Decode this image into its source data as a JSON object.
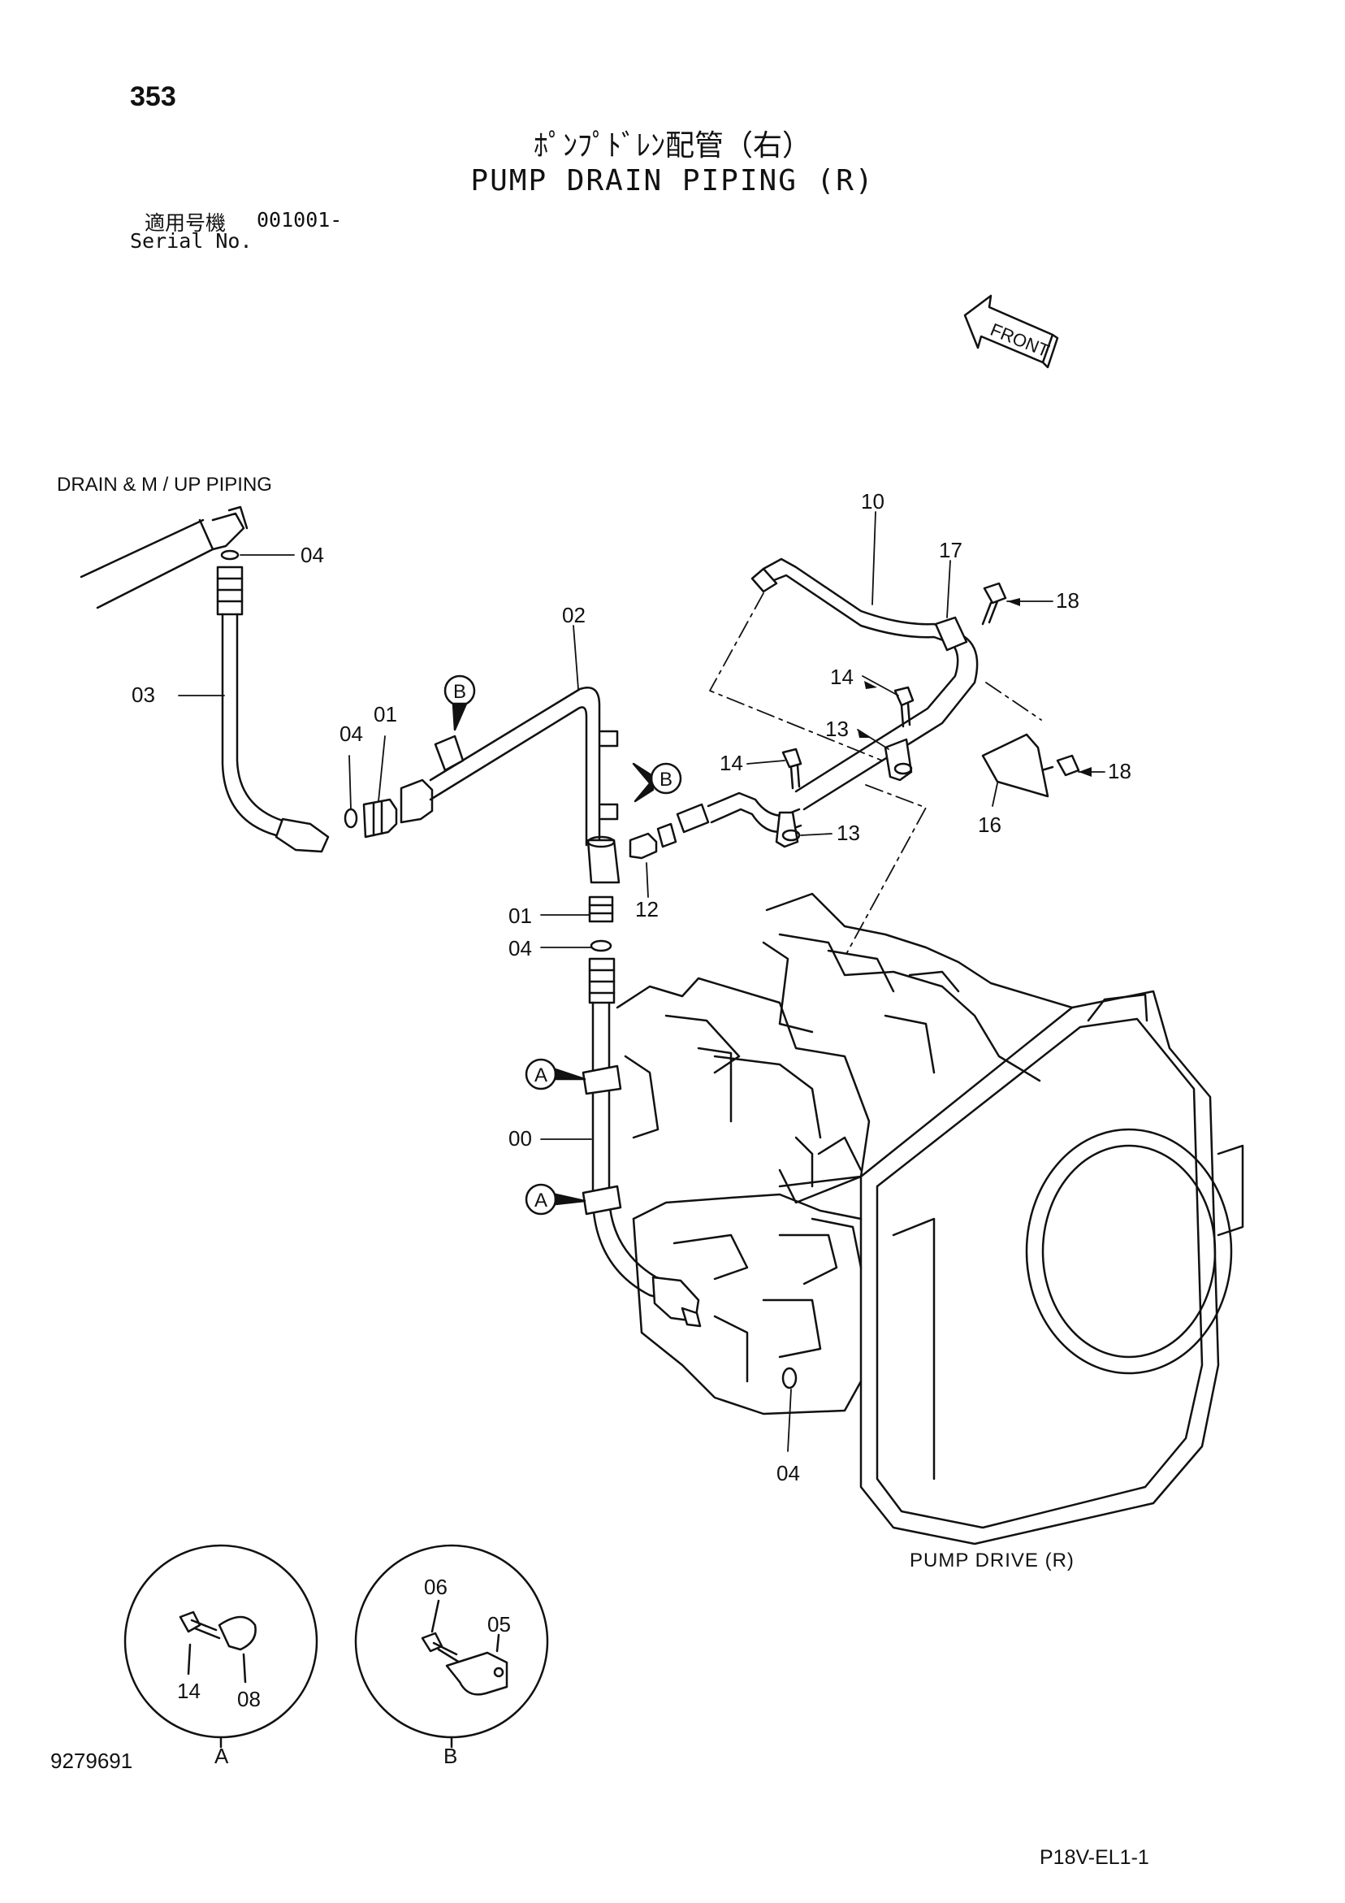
{
  "page_number": "353",
  "title_jp": "ﾎﾟﾝﾌﾟﾄﾞﾚﾝ配管（右）",
  "title_en": "PUMP DRAIN PIPING (R)",
  "serial": {
    "label_jp": "適用号機",
    "value": "001001-",
    "label_en": "Serial No."
  },
  "front_label": "FRONT",
  "labels": {
    "drain_mup": "DRAIN & M / UP  PIPING",
    "pump_drive": "PUMP  DRIVE (R)"
  },
  "callouts": {
    "c00": "00",
    "c01a": "01",
    "c01b": "01",
    "c02": "02",
    "c03": "03",
    "c04a": "04",
    "c04b": "04",
    "c04c": "04",
    "c04d": "04",
    "c10": "10",
    "c12": "12",
    "c13a": "13",
    "c13b": "13",
    "c14a": "14",
    "c14b": "14",
    "c16": "16",
    "c17": "17",
    "c18a": "18",
    "c18b": "18"
  },
  "balloons": {
    "a1": "A",
    "a2": "A",
    "b1": "B",
    "b2": "B"
  },
  "detail_a": {
    "label": "A",
    "parts": {
      "p14": "14",
      "p08": "08"
    }
  },
  "detail_b": {
    "label": "B",
    "parts": {
      "p06": "06",
      "p05": "05"
    }
  },
  "document_number": "9279691",
  "sheet_code": "P18V-EL1-1"
}
